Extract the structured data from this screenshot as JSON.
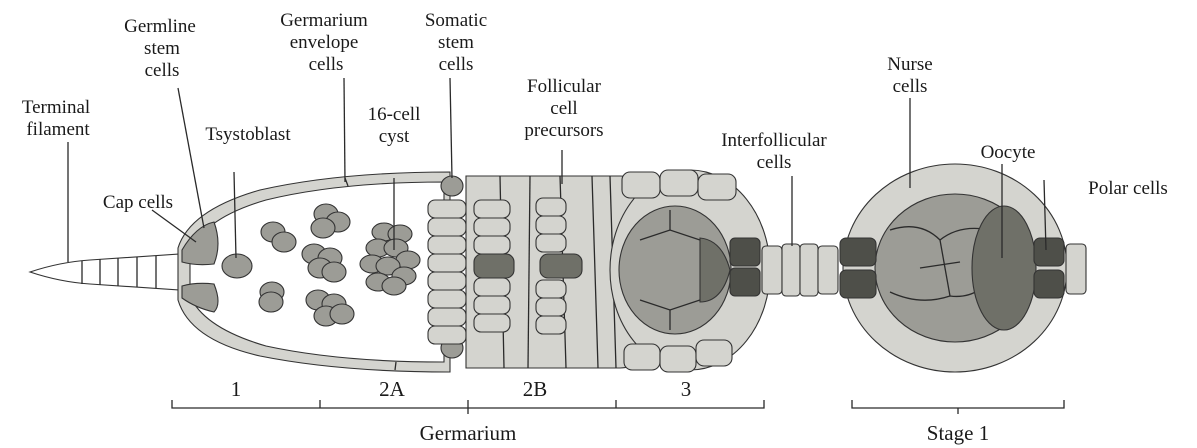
{
  "labels": {
    "terminal_filament": [
      "Terminal",
      "filament"
    ],
    "germline_stem_cells": [
      "Germline",
      "stem",
      "cells"
    ],
    "tsystoblast": "Tsystoblast",
    "germarium_envelope_cells": [
      "Germarium",
      "envelope",
      "cells"
    ],
    "cyst16": [
      "16-cell",
      "cyst"
    ],
    "somatic_stem_cells": [
      "Somatic",
      "stem",
      "cells"
    ],
    "follicular_cell_precursors": [
      "Follicular",
      "cell",
      "precursors"
    ],
    "interfollicular_cells": [
      "Interfollicular",
      "cells"
    ],
    "cap_cells": "Cap cells",
    "nurse_cells": [
      "Nurse",
      "cells"
    ],
    "oocyte": "Oocyte",
    "polar_cells": "Polar cells"
  },
  "regions": [
    "1",
    "2A",
    "2B",
    "3"
  ],
  "brackets": {
    "germarium": "Germarium",
    "stage1": "Stage 1"
  },
  "colors": {
    "light": "#d4d4cf",
    "mid": "#9c9c96",
    "dark": "#6f7068",
    "darker": "#4e4f49",
    "white": "#ffffff",
    "line": "#2a2a2a"
  }
}
